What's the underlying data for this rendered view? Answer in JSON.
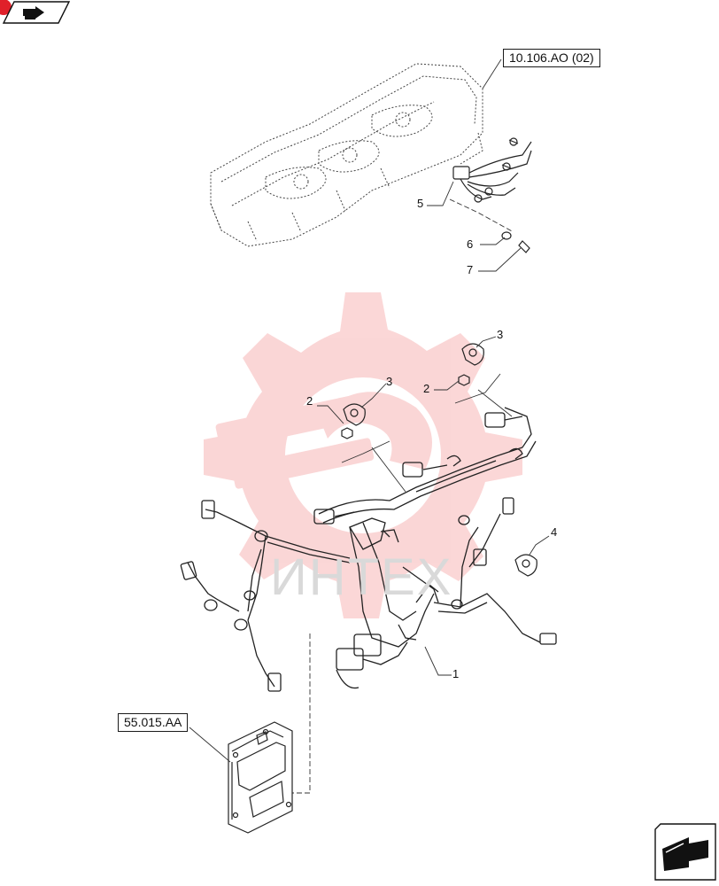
{
  "references": {
    "top": "10.106.AO (02)",
    "bottom": "55.015.AA"
  },
  "callouts": [
    {
      "id": "c1",
      "label": "1"
    },
    {
      "id": "c2a",
      "label": "2"
    },
    {
      "id": "c2b",
      "label": "2"
    },
    {
      "id": "c3a",
      "label": "3"
    },
    {
      "id": "c3b",
      "label": "3"
    },
    {
      "id": "c4",
      "label": "4"
    },
    {
      "id": "c5",
      "label": "5"
    },
    {
      "id": "c6",
      "label": "6"
    },
    {
      "id": "c7",
      "label": "7"
    }
  ],
  "watermark": {
    "text": "ИНТЕХ",
    "color": "#f5a3a3"
  },
  "icons": {
    "top_left": "previous-page-icon",
    "bottom_right": "next-page-icon"
  },
  "colors": {
    "line": "#222222",
    "watermark_gear": "#f7b6b6",
    "accent_dot": "#e0202a"
  }
}
